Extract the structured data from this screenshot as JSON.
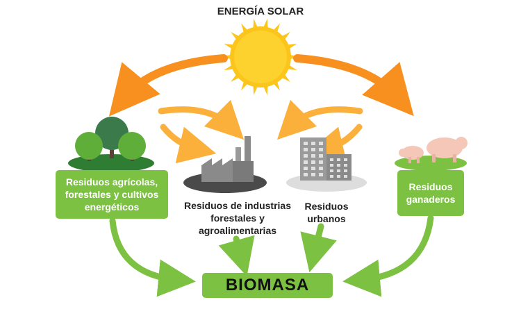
{
  "diagram": {
    "solar_title": "ENERGÍA SOLAR",
    "agricultural_lines": [
      "Residuos agrícolas,",
      "forestales y cultivos",
      "energéticos"
    ],
    "industrial_lines": [
      "Residuos de industrias",
      "forestales y",
      "agroalimentarias"
    ],
    "urban_lines": [
      "Residuos",
      "urbanos"
    ],
    "livestock_lines": [
      "Residuos",
      "ganaderos"
    ],
    "biomass_label": "BIOMASA"
  },
  "colors": {
    "sun": "#fbc51b",
    "sun_center": "#fdd22e",
    "orange_arrow": "#f7901e",
    "light_orange_arrow": "#fbb03b",
    "green": "#7cc142",
    "tree_dark": "#3b7a4a",
    "tree_light": "#5fae3a",
    "factory_gray": "#8a8a8a",
    "building_gray": "#9a9a9a"
  }
}
